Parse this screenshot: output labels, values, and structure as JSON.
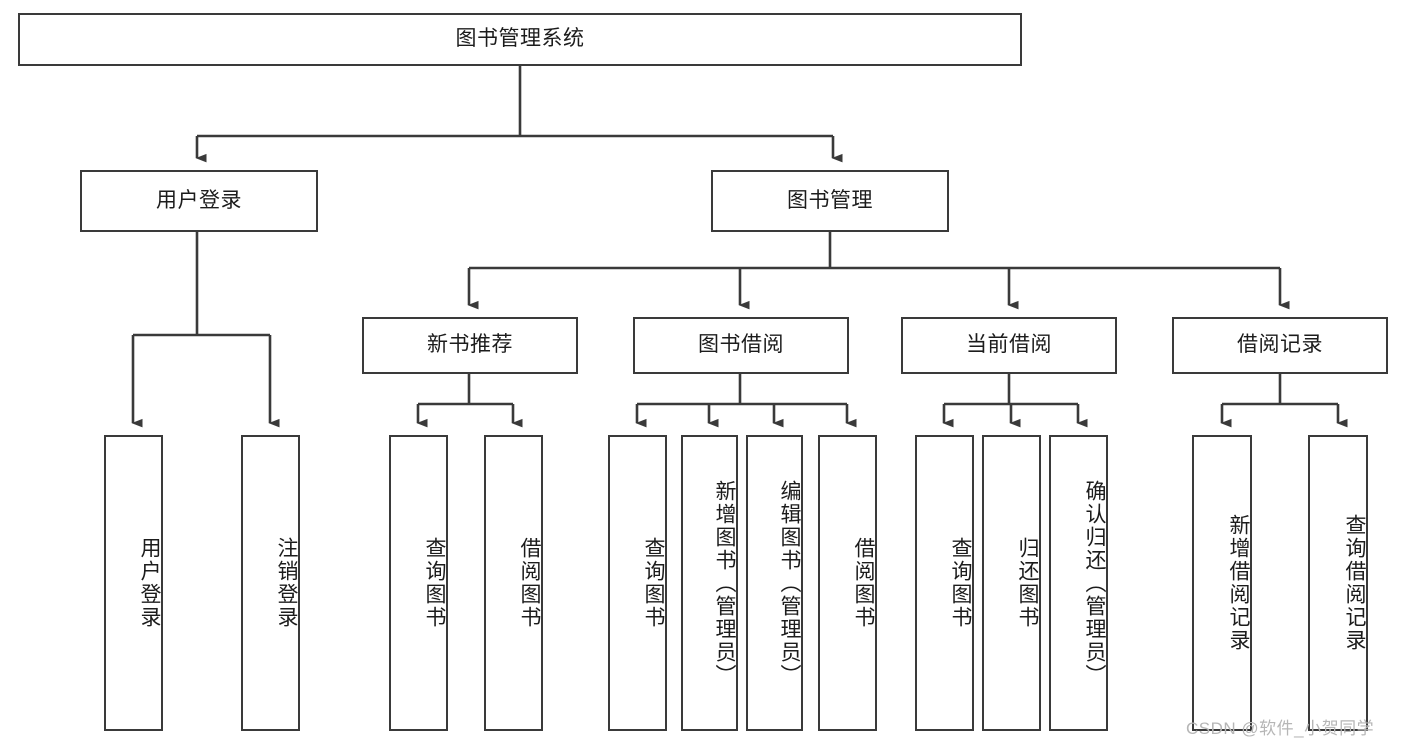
{
  "diagram": {
    "type": "tree-hierarchy",
    "title": "图书管理系统",
    "root": {
      "label": "图书管理系统"
    },
    "level2": [
      {
        "id": "user-login",
        "label": "用户登录"
      },
      {
        "id": "book-management",
        "label": "图书管理"
      }
    ],
    "level3": [
      {
        "id": "new-book-recommend",
        "label": "新书推荐",
        "parent": "book-management"
      },
      {
        "id": "book-borrow",
        "label": "图书借阅",
        "parent": "book-management"
      },
      {
        "id": "current-borrow",
        "label": "当前借阅",
        "parent": "book-management"
      },
      {
        "id": "borrow-record",
        "label": "借阅记录",
        "parent": "book-management"
      }
    ],
    "leaves": [
      {
        "id": "leaf-user-login",
        "label": "用户登录",
        "parent": "user-login"
      },
      {
        "id": "leaf-logout-login",
        "label": "注销登录",
        "parent": "user-login"
      },
      {
        "id": "leaf-query-book-1",
        "label": "查询图书",
        "parent": "new-book-recommend"
      },
      {
        "id": "leaf-borrow-book-1",
        "label": "借阅图书",
        "parent": "new-book-recommend"
      },
      {
        "id": "leaf-query-book-2",
        "label": "查询图书",
        "parent": "book-borrow"
      },
      {
        "id": "leaf-add-book",
        "label": "新增图书（管理员）",
        "parent": "book-borrow"
      },
      {
        "id": "leaf-edit-book",
        "label": "编辑图书（管理员）",
        "parent": "book-borrow"
      },
      {
        "id": "leaf-borrow-book-2",
        "label": "借阅图书",
        "parent": "book-borrow"
      },
      {
        "id": "leaf-query-book-3",
        "label": "查询图书",
        "parent": "current-borrow"
      },
      {
        "id": "leaf-return-book",
        "label": "归还图书",
        "parent": "current-borrow"
      },
      {
        "id": "leaf-confirm-return",
        "label": "确认归还（管理员）",
        "parent": "current-borrow"
      },
      {
        "id": "leaf-add-record",
        "label": "新增借阅记录",
        "parent": "borrow-record"
      },
      {
        "id": "leaf-query-record",
        "label": "查询借阅记录",
        "parent": "borrow-record"
      }
    ],
    "watermark": "CSDN @软件_小贺同学",
    "colors": {
      "stroke": "#3a3a3a",
      "background": "#ffffff",
      "text": "#1c1c1c",
      "watermark": "#b6b6b6"
    }
  }
}
